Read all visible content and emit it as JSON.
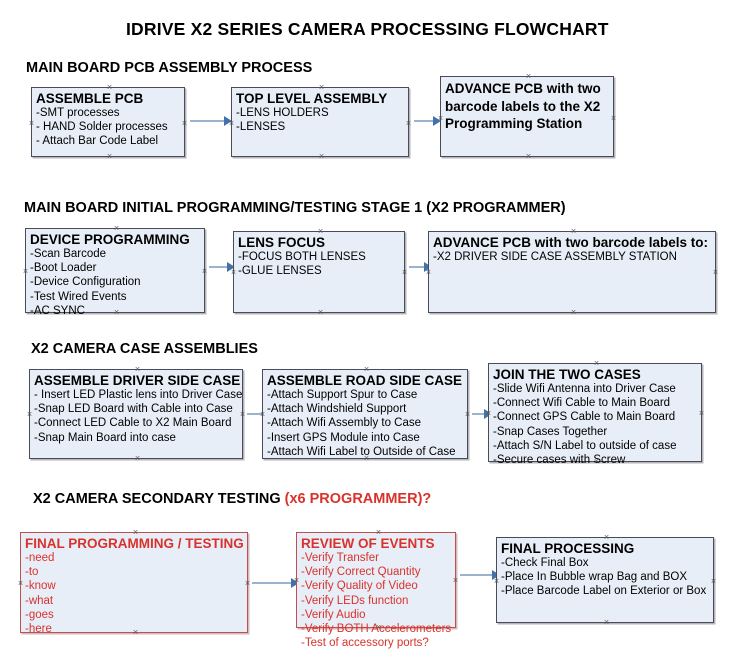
{
  "document": {
    "title": "IDRIVE X2  SERIES CAMERA PROCESSING FLOWCHART"
  },
  "colors": {
    "box_fill": "#E8EEF7",
    "box_border": "#4A4A58",
    "red_accent": "#D9322C",
    "connector_line": "#9BB3CC",
    "arrowhead": "#4472A8",
    "text": "#000000"
  },
  "sections": [
    {
      "id": "main-board-pcb-assembly",
      "heading": "MAIN BOARD PCB ASSEMBLY PROCESS",
      "heading_accent": "",
      "boxes": [
        {
          "id": "assemble-pcb",
          "title": "ASSEMBLE PCB",
          "lines": [
            "-SMT processes",
            "- HAND Solder processes",
            "- Attach Bar Code Label"
          ]
        },
        {
          "id": "top-level-assembly",
          "title": "TOP LEVEL ASSEMBLY",
          "lines": [
            "-LENS HOLDERS",
            "-LENSES"
          ]
        },
        {
          "id": "advance-pcb-to-x2-programming-station",
          "title": "ADVANCE PCB with two barcode labels to the  X2 Programming Station",
          "lines": []
        }
      ]
    },
    {
      "id": "main-board-initial-programming",
      "heading": "MAIN BOARD INITIAL PROGRAMMING/TESTING STAGE 1 (X2 PROGRAMMER)",
      "heading_accent": "",
      "boxes": [
        {
          "id": "device-programming",
          "title": "DEVICE PROGRAMMING",
          "lines": [
            "-Scan Barcode",
            "-Boot Loader",
            "-Device Configuration",
            "-Test Wired Events",
            "-AC SYNC"
          ]
        },
        {
          "id": "lens-focus",
          "title": "LENS FOCUS",
          "lines": [
            "-FOCUS BOTH LENSES",
            "-GLUE LENSES"
          ]
        },
        {
          "id": "advance-pcb-to-driver-side-case",
          "title": "ADVANCE PCB with two barcode labels to:",
          "lines": [
            "-X2 DRIVER  SIDE  CASE  ASSEMBLY STATION"
          ]
        }
      ]
    },
    {
      "id": "x2-camera-case-assemblies",
      "heading": "X2 CAMERA CASE ASSEMBLIES",
      "heading_accent": "",
      "boxes": [
        {
          "id": "assemble-driver-side-case",
          "title": "ASSEMBLE DRIVER SIDE CASE",
          "lines": [
            "- Insert LED Plastic lens into Driver Case",
            "-Snap LED Board with Cable into Case",
            "-Connect LED Cable to X2 Main Board",
            "-Snap Main Board into case"
          ]
        },
        {
          "id": "assemble-road-side-case",
          "title": "ASSEMBLE ROAD SIDE CASE",
          "lines": [
            "-Attach Support Spur to Case",
            "-Attach Windshield Support",
            "-Attach Wifi Assembly to Case",
            "-Insert GPS Module into Case",
            "-Attach Wifi Label to Outside of Case"
          ]
        },
        {
          "id": "join-the-two-cases",
          "title": "JOIN THE TWO CASES",
          "lines": [
            "-Slide Wifi Antenna into Driver Case",
            "-Connect Wifi Cable to Main Board",
            "-Connect GPS Cable to Main Board",
            "-Snap Cases Together",
            "-Attach S/N Label to outside of case",
            "-Secure cases with Screw"
          ]
        }
      ]
    },
    {
      "id": "x2-camera-secondary-testing",
      "heading": "X2 CAMERA SECONDARY TESTING ",
      "heading_accent": "(x6 PROGRAMMER)?",
      "boxes": [
        {
          "id": "final-programming-testing",
          "title": "FINAL PROGRAMMING / TESTING",
          "lines": [
            "-need",
            "-to",
            "-know",
            "-what",
            "-goes",
            "-here"
          ]
        },
        {
          "id": "review-of-events",
          "title": "REVIEW OF EVENTS",
          "lines": [
            "-Verify Transfer",
            "-Verify Correct Quantity",
            "-Verify Quality of Video",
            "-Verify LEDs function",
            "-Verify Audio",
            "-Verify BOTH Accelerometers",
            "-Test of accessory ports?"
          ]
        },
        {
          "id": "final-processing",
          "title": "FINAL PROCESSING",
          "lines": [
            "-Check Final Box",
            "-Place In Bubble wrap Bag and BOX",
            "-Place Barcode Label on Exterior or Box"
          ]
        }
      ]
    }
  ]
}
